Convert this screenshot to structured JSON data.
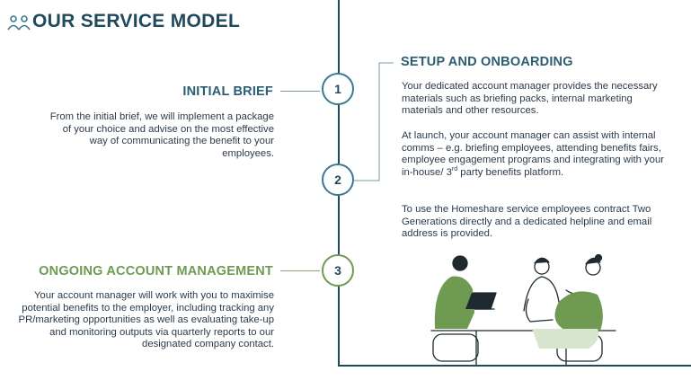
{
  "header": {
    "title": "OUR SERVICE MODEL",
    "icon": "people-group-icon"
  },
  "colors": {
    "navy": "#1f4a5c",
    "teal": "#3a7a92",
    "green": "#6f9a52",
    "text": "#2b3a4a"
  },
  "steps": [
    {
      "number": "1",
      "heading": "INITIAL BRIEF",
      "body": "From the initial brief, we will implement a package of your choice and advise on the most effective way of communicating the benefit to your employees."
    },
    {
      "number": "2",
      "heading": "SETUP AND ONBOARDING",
      "body_paragraphs": [
        "Your dedicated account manager provides the necessary materials such as briefing packs, internal marketing materials and other resources.",
        "At launch, your account manager can assist with internal comms – e.g. briefing employees, attending benefits fairs, employee engagement programs and integrating with your in-house/ 3",
        "To use the Homeshare service employees contract Two Generations directly and a dedicated helpline and email address is  provided."
      ],
      "superscript": "rd",
      "para2_tail": "party benefits platform."
    },
    {
      "number": "3",
      "heading": "ONGOING ACCOUNT MANAGEMENT",
      "body": "Your account manager will work with you to maximise potential benefits to the employer, including tracking any PR/marketing opportunities as well as evaluating take-up and monitoring outputs via quarterly reports to our designated company contact."
    }
  ],
  "illustration": "people-at-table-with-laptop-illustration"
}
